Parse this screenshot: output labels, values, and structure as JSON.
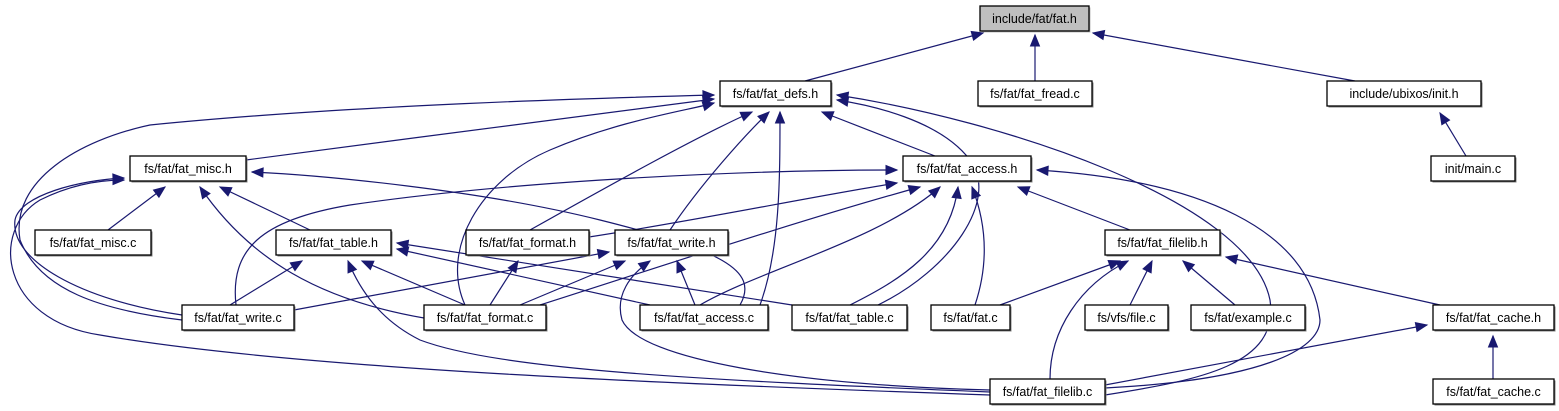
{
  "diagram": {
    "type": "include-dependency-graph",
    "edge_color": "#191970",
    "root_fill": "#bfbfbf",
    "nodes": [
      {
        "id": "fat_h",
        "label": "include/fat/fat.h",
        "root": true
      },
      {
        "id": "fat_defs_h",
        "label": "fs/fat/fat_defs.h"
      },
      {
        "id": "fat_fread_c",
        "label": "fs/fat/fat_fread.c"
      },
      {
        "id": "init_h",
        "label": "include/ubixos/init.h"
      },
      {
        "id": "fat_misc_h",
        "label": "fs/fat/fat_misc.h"
      },
      {
        "id": "fat_access_h",
        "label": "fs/fat/fat_access.h"
      },
      {
        "id": "main_c",
        "label": "init/main.c"
      },
      {
        "id": "fat_misc_c",
        "label": "fs/fat/fat_misc.c"
      },
      {
        "id": "fat_table_h",
        "label": "fs/fat/fat_table.h"
      },
      {
        "id": "fat_format_h",
        "label": "fs/fat/fat_format.h"
      },
      {
        "id": "fat_write_h",
        "label": "fs/fat/fat_write.h"
      },
      {
        "id": "fat_filelib_h",
        "label": "fs/fat/fat_filelib.h"
      },
      {
        "id": "fat_write_c",
        "label": "fs/fat/fat_write.c"
      },
      {
        "id": "fat_format_c",
        "label": "fs/fat/fat_format.c"
      },
      {
        "id": "fat_access_c",
        "label": "fs/fat/fat_access.c"
      },
      {
        "id": "fat_table_c",
        "label": "fs/fat/fat_table.c"
      },
      {
        "id": "fat_c",
        "label": "fs/fat/fat.c"
      },
      {
        "id": "vfs_file_c",
        "label": "fs/vfs/file.c"
      },
      {
        "id": "example_c",
        "label": "fs/fat/example.c"
      },
      {
        "id": "fat_cache_h",
        "label": "fs/fat/fat_cache.h"
      },
      {
        "id": "fat_filelib_c",
        "label": "fs/fat/fat_filelib.c"
      },
      {
        "id": "fat_cache_c",
        "label": "fs/fat/fat_cache.c"
      }
    ],
    "edges": [
      {
        "from": "fat_defs_h",
        "to": "fat_h"
      },
      {
        "from": "fat_fread_c",
        "to": "fat_h"
      },
      {
        "from": "init_h",
        "to": "fat_h"
      },
      {
        "from": "main_c",
        "to": "init_h"
      },
      {
        "from": "fat_misc_h",
        "to": "fat_defs_h"
      },
      {
        "from": "fat_access_h",
        "to": "fat_defs_h"
      },
      {
        "from": "fat_format_h",
        "to": "fat_defs_h"
      },
      {
        "from": "fat_write_h",
        "to": "fat_defs_h"
      },
      {
        "from": "fat_write_c",
        "to": "fat_defs_h"
      },
      {
        "from": "fat_format_c",
        "to": "fat_defs_h"
      },
      {
        "from": "fat_access_c",
        "to": "fat_defs_h"
      },
      {
        "from": "fat_table_c",
        "to": "fat_defs_h"
      },
      {
        "from": "fat_filelib_c",
        "to": "fat_defs_h"
      },
      {
        "from": "fat_misc_c",
        "to": "fat_misc_h"
      },
      {
        "from": "fat_table_h",
        "to": "fat_misc_h"
      },
      {
        "from": "fat_write_c",
        "to": "fat_misc_h"
      },
      {
        "from": "fat_format_c",
        "to": "fat_misc_h"
      },
      {
        "from": "fat_access_c",
        "to": "fat_misc_h"
      },
      {
        "from": "fat_filelib_c",
        "to": "fat_misc_h"
      },
      {
        "from": "fat_format_h",
        "to": "fat_access_h"
      },
      {
        "from": "fat_write_c",
        "to": "fat_access_h"
      },
      {
        "from": "fat_format_c",
        "to": "fat_access_h"
      },
      {
        "from": "fat_access_c",
        "to": "fat_access_h"
      },
      {
        "from": "fat_table_c",
        "to": "fat_access_h"
      },
      {
        "from": "fat_c",
        "to": "fat_access_h"
      },
      {
        "from": "fat_filelib_h",
        "to": "fat_access_h"
      },
      {
        "from": "fat_filelib_c",
        "to": "fat_access_h"
      },
      {
        "from": "fat_write_c",
        "to": "fat_table_h"
      },
      {
        "from": "fat_format_c",
        "to": "fat_table_h"
      },
      {
        "from": "fat_access_c",
        "to": "fat_table_h"
      },
      {
        "from": "fat_table_c",
        "to": "fat_table_h"
      },
      {
        "from": "fat_filelib_c",
        "to": "fat_table_h"
      },
      {
        "from": "fat_format_c",
        "to": "fat_format_h"
      },
      {
        "from": "fat_write_c",
        "to": "fat_write_h"
      },
      {
        "from": "fat_format_c",
        "to": "fat_write_h"
      },
      {
        "from": "fat_access_c",
        "to": "fat_write_h"
      },
      {
        "from": "fat_filelib_c",
        "to": "fat_write_h"
      },
      {
        "from": "fat_c",
        "to": "fat_filelib_h"
      },
      {
        "from": "vfs_file_c",
        "to": "fat_filelib_h"
      },
      {
        "from": "example_c",
        "to": "fat_filelib_h"
      },
      {
        "from": "fat_cache_h",
        "to": "fat_filelib_h"
      },
      {
        "from": "fat_filelib_c",
        "to": "fat_filelib_h"
      },
      {
        "from": "fat_cache_c",
        "to": "fat_cache_h"
      },
      {
        "from": "fat_filelib_c",
        "to": "fat_cache_h"
      }
    ]
  }
}
